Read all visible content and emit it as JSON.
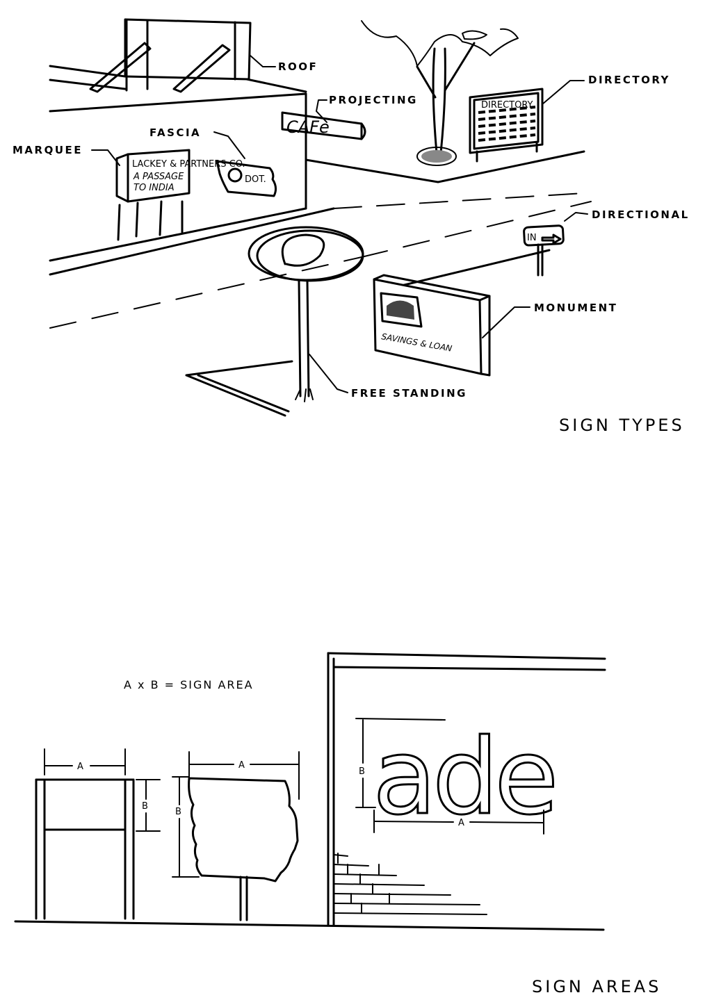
{
  "sign_types": {
    "title": "SIGN TYPES",
    "labels": {
      "roof": "ROOF",
      "projecting": "PROJECTING",
      "directory": "DIRECTORY",
      "fascia": "FASCIA",
      "marquee": "MARQUEE",
      "directional": "DIRECTIONAL",
      "monument": "MONUMENT",
      "free_standing": "FREE STANDING"
    },
    "sign_text": {
      "cafe": "CAFe",
      "marquee_top": "LACKEY & PARTNERS CO.",
      "marquee_line1": "A PASSAGE",
      "marquee_line2": "TO INDIA",
      "fascia_sign": "DOT.",
      "directory_header": "DIRECTORY",
      "directional": "IN",
      "monument": "SAVINGS & LOAN"
    }
  },
  "sign_areas": {
    "title": "SIGN AREAS",
    "formula": "A x B = SIGN AREA",
    "dimension_a": "A",
    "dimension_b": "B",
    "wall_letters": "ade"
  }
}
